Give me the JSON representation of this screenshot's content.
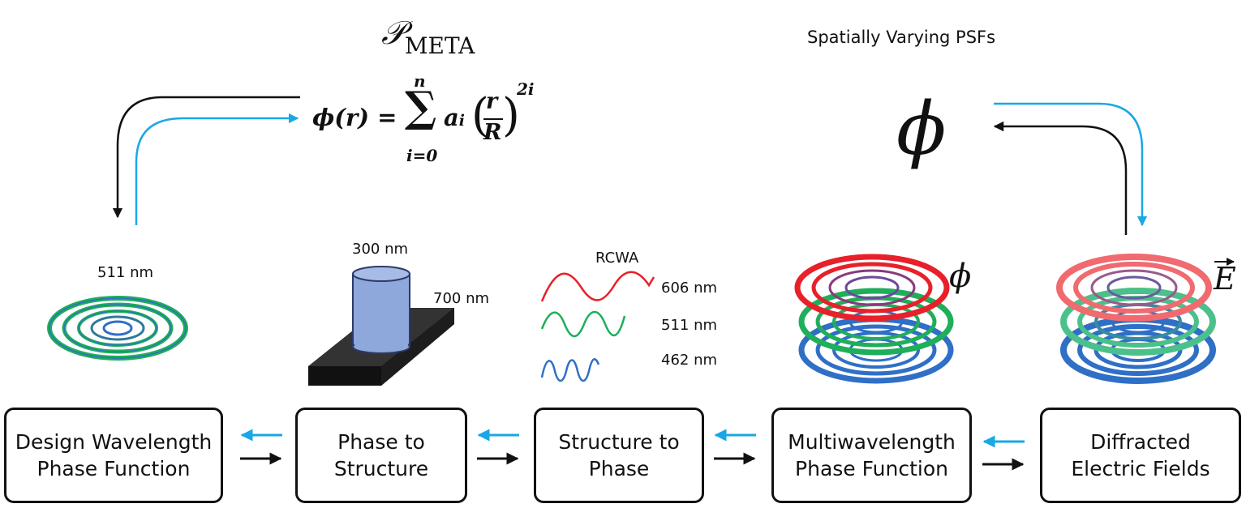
{
  "header": {
    "left_title_symbol": "𝒫",
    "left_title_subscript": "META",
    "right_title": "Spatially Varying PSFs"
  },
  "equation": {
    "lhs": "ϕ(r) =",
    "sum_upper": "n",
    "sum_lower": "i=0",
    "coef": "a",
    "coef_sub": "i",
    "frac_num": "r",
    "frac_den": "R",
    "exponent": "2i"
  },
  "phi_large": "ϕ",
  "stages": [
    {
      "line1": "Design Wavelength",
      "line2": "Phase Function"
    },
    {
      "line1": "Phase to",
      "line2": "Structure"
    },
    {
      "line1": "Structure to",
      "line2": "Phase"
    },
    {
      "line1": "Multiwavelength",
      "line2": "Phase Function"
    },
    {
      "line1": "Diffracted",
      "line2": "Electric Fields"
    }
  ],
  "labels": {
    "design_wavelength": "511 nm",
    "pillar_height": "300 nm",
    "pillar_width": "700 nm",
    "rcwa": "RCWA",
    "wave_red": "606 nm",
    "wave_green": "511 nm",
    "wave_blue": "462 nm",
    "phi_label": "ϕ",
    "efield_label": "E"
  },
  "colors": {
    "cyan_arrow": "#1aa7e6",
    "black_arrow": "#111111",
    "red": "#e8202a",
    "green": "#1fae5a",
    "blue": "#2f6fc6",
    "pillar": "#8fa8dc",
    "base": "#2b2b2b"
  }
}
